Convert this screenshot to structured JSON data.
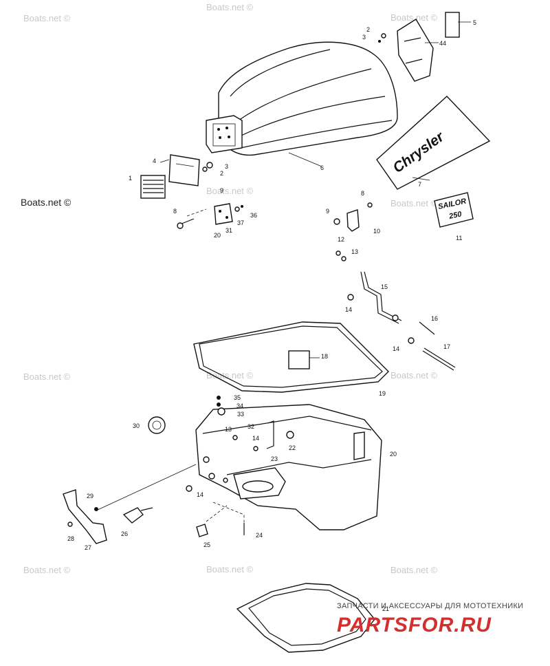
{
  "watermark": {
    "text": "Boats.net ©"
  },
  "decal_brand": {
    "text": "Chrysler"
  },
  "decal_model": {
    "line1": "SAILOR",
    "line2": "250"
  },
  "site_banner": {
    "subtitle": "ЗАПЧАСТИ И АКСЕССУАРЫ ДЛЯ МОТОТЕХНИКИ",
    "logo": "PARTSFOR.RU"
  },
  "parts": {
    "p1": "1",
    "p2a": "2",
    "p2b": "2",
    "p3a": "3",
    "p3b": "3",
    "p4": "4",
    "p5": "5",
    "p6": "6",
    "p7": "7",
    "p8a": "8",
    "p8b": "8",
    "p9a": "9",
    "p9b": "9",
    "p10": "10",
    "p11": "11",
    "p12": "12",
    "p13a": "13",
    "p13b": "13",
    "p14a": "14",
    "p14b": "14",
    "p14c": "14",
    "p14d": "14",
    "p15": "15",
    "p16": "16",
    "p17": "17",
    "p18": "18",
    "p19": "19",
    "p20a": "20",
    "p20b": "20",
    "p21": "21",
    "p22": "22",
    "p23": "23",
    "p24": "24",
    "p25": "25",
    "p26": "26",
    "p27": "27",
    "p28": "28",
    "p29": "29",
    "p30": "30",
    "p31": "31",
    "p32": "32",
    "p33": "33",
    "p34": "34",
    "p35": "35",
    "p36": "36",
    "p37": "37",
    "p44": "44"
  }
}
